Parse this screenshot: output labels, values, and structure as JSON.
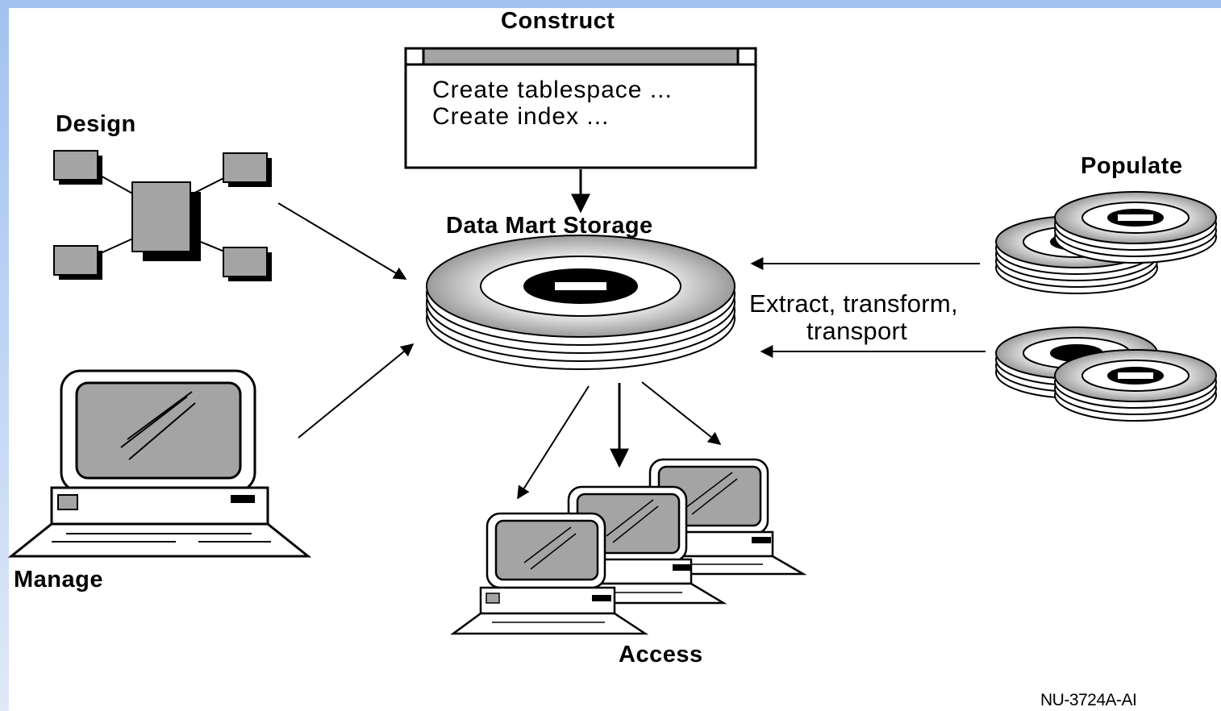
{
  "colors": {
    "frame": "#a8c6ee",
    "background": "#ffffff",
    "gray": "#a4a4a4",
    "dark_gray": "#7a7a7a",
    "ink": "#000000"
  },
  "labels": {
    "construct": "Construct",
    "design": "Design",
    "data_mart_storage": "Data Mart Storage",
    "populate": "Populate",
    "etl_line1": "Extract, transform,",
    "etl_line2": "transport",
    "manage": "Manage",
    "access": "Access",
    "figure_id": "NU-3724A-AI"
  },
  "construct_window": {
    "line1": "Create tablespace ...",
    "line2": "Create index ..."
  },
  "icons": {
    "design": "entity-relationship-diagram-icon",
    "storage": "disk-stack-icon",
    "sources": "disk-stack-icon",
    "manage": "workstation-icon",
    "access": "workstation-icon"
  }
}
